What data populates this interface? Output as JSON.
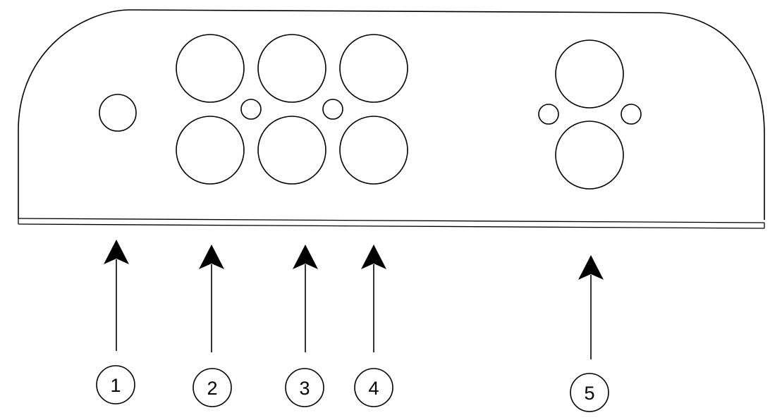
{
  "colors": {
    "line": "#000000",
    "background": "#ffffff"
  },
  "callouts": [
    {
      "id": "1",
      "label": "1"
    },
    {
      "id": "2",
      "label": "2"
    },
    {
      "id": "3",
      "label": "3"
    },
    {
      "id": "4",
      "label": "4"
    },
    {
      "id": "5",
      "label": "5"
    }
  ]
}
